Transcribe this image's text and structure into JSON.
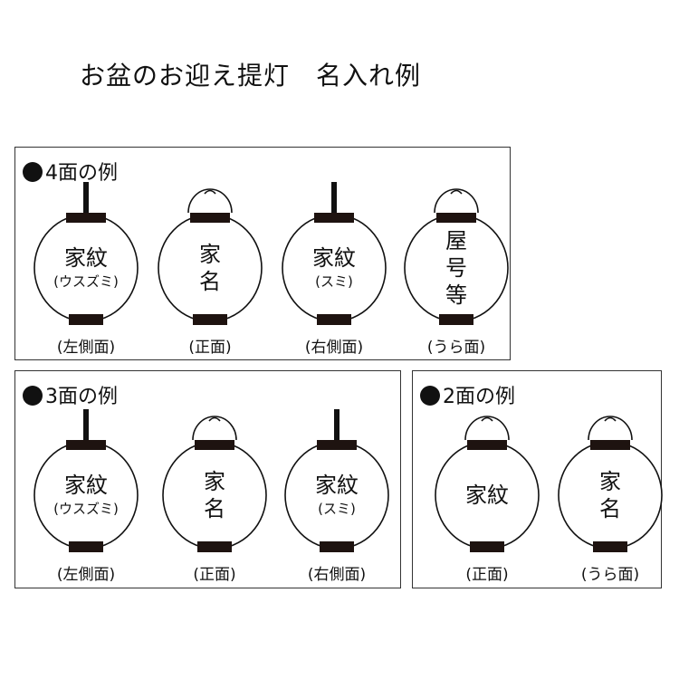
{
  "title": "お盆のお迎え提灯　名入れ例",
  "panels": [
    {
      "id": "four",
      "title": "4面の例",
      "lanterns": [
        {
          "top": "pole",
          "lines": [
            "家紋"
          ],
          "sub": "(ウスズミ)",
          "caption": "(左側面)"
        },
        {
          "top": "handle",
          "lines": [
            "家",
            "名"
          ],
          "sub": "",
          "caption": "(正面)"
        },
        {
          "top": "pole",
          "lines": [
            "家紋"
          ],
          "sub": "(スミ)",
          "caption": "(右側面)"
        },
        {
          "top": "handle",
          "lines": [
            "屋",
            "号",
            "等"
          ],
          "sub": "",
          "caption": "(うら面)"
        }
      ]
    },
    {
      "id": "three",
      "title": "3面の例",
      "lanterns": [
        {
          "top": "pole",
          "lines": [
            "家紋"
          ],
          "sub": "(ウスズミ)",
          "caption": "(左側面)"
        },
        {
          "top": "handle",
          "lines": [
            "家",
            "名"
          ],
          "sub": "",
          "caption": "(正面)"
        },
        {
          "top": "pole",
          "lines": [
            "家紋"
          ],
          "sub": "(スミ)",
          "caption": "(右側面)"
        }
      ]
    },
    {
      "id": "two",
      "title": "2面の例",
      "lanterns": [
        {
          "top": "handle",
          "lines": [
            "家紋"
          ],
          "sub": "",
          "caption": "(正面)"
        },
        {
          "top": "handle",
          "lines": [
            "家",
            "名"
          ],
          "sub": "",
          "caption": "(うら面)"
        }
      ]
    }
  ],
  "colors": {
    "ink": "#111111",
    "band": "#1e1310",
    "border": "#333333"
  }
}
